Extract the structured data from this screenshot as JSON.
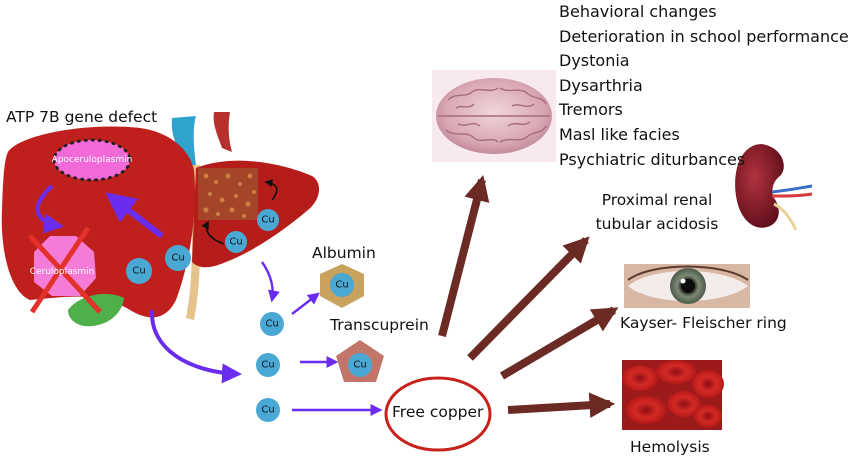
{
  "gene_defect_label": "ATP 7B gene defect",
  "apoceruloplasmin_label": "Apoceruloplasmin",
  "ceruloplasmin_label": "Ceruloplasmin",
  "copper_symbol": "Cu",
  "albumin_label": "Albumin",
  "transcuprein_label": "Transcuprein",
  "free_copper_label": "Free copper",
  "neuro_symptoms": [
    "Behavioral changes",
    "Deterioration in school performance",
    "Dystonia",
    "Dysarthria",
    "Tremors",
    "Masl like facies",
    "Psychiatric diturbances"
  ],
  "kidney_label_line1": "Proximal renal",
  "kidney_label_line2": "tubular acidosis",
  "eye_label": "Kayser- Fleischer ring",
  "blood_label": "Hemolysis",
  "colors": {
    "liver": "#c0201d",
    "copper_ion": "#4aa8d4",
    "purple_arrow": "#6a2df0",
    "brown_arrow": "#6b2a24",
    "free_copper_ring": "#c8201a",
    "apoceruloplasmin_fill": "#f26ad8",
    "ceruloplasmin_fill": "#f47bd6",
    "albumin_hexagon": "#c9a25e",
    "transcuprein_pentagon": "#c2766a"
  },
  "icons": [
    "brain-image",
    "kidney-image",
    "eye-image",
    "red-blood-cells-image"
  ]
}
